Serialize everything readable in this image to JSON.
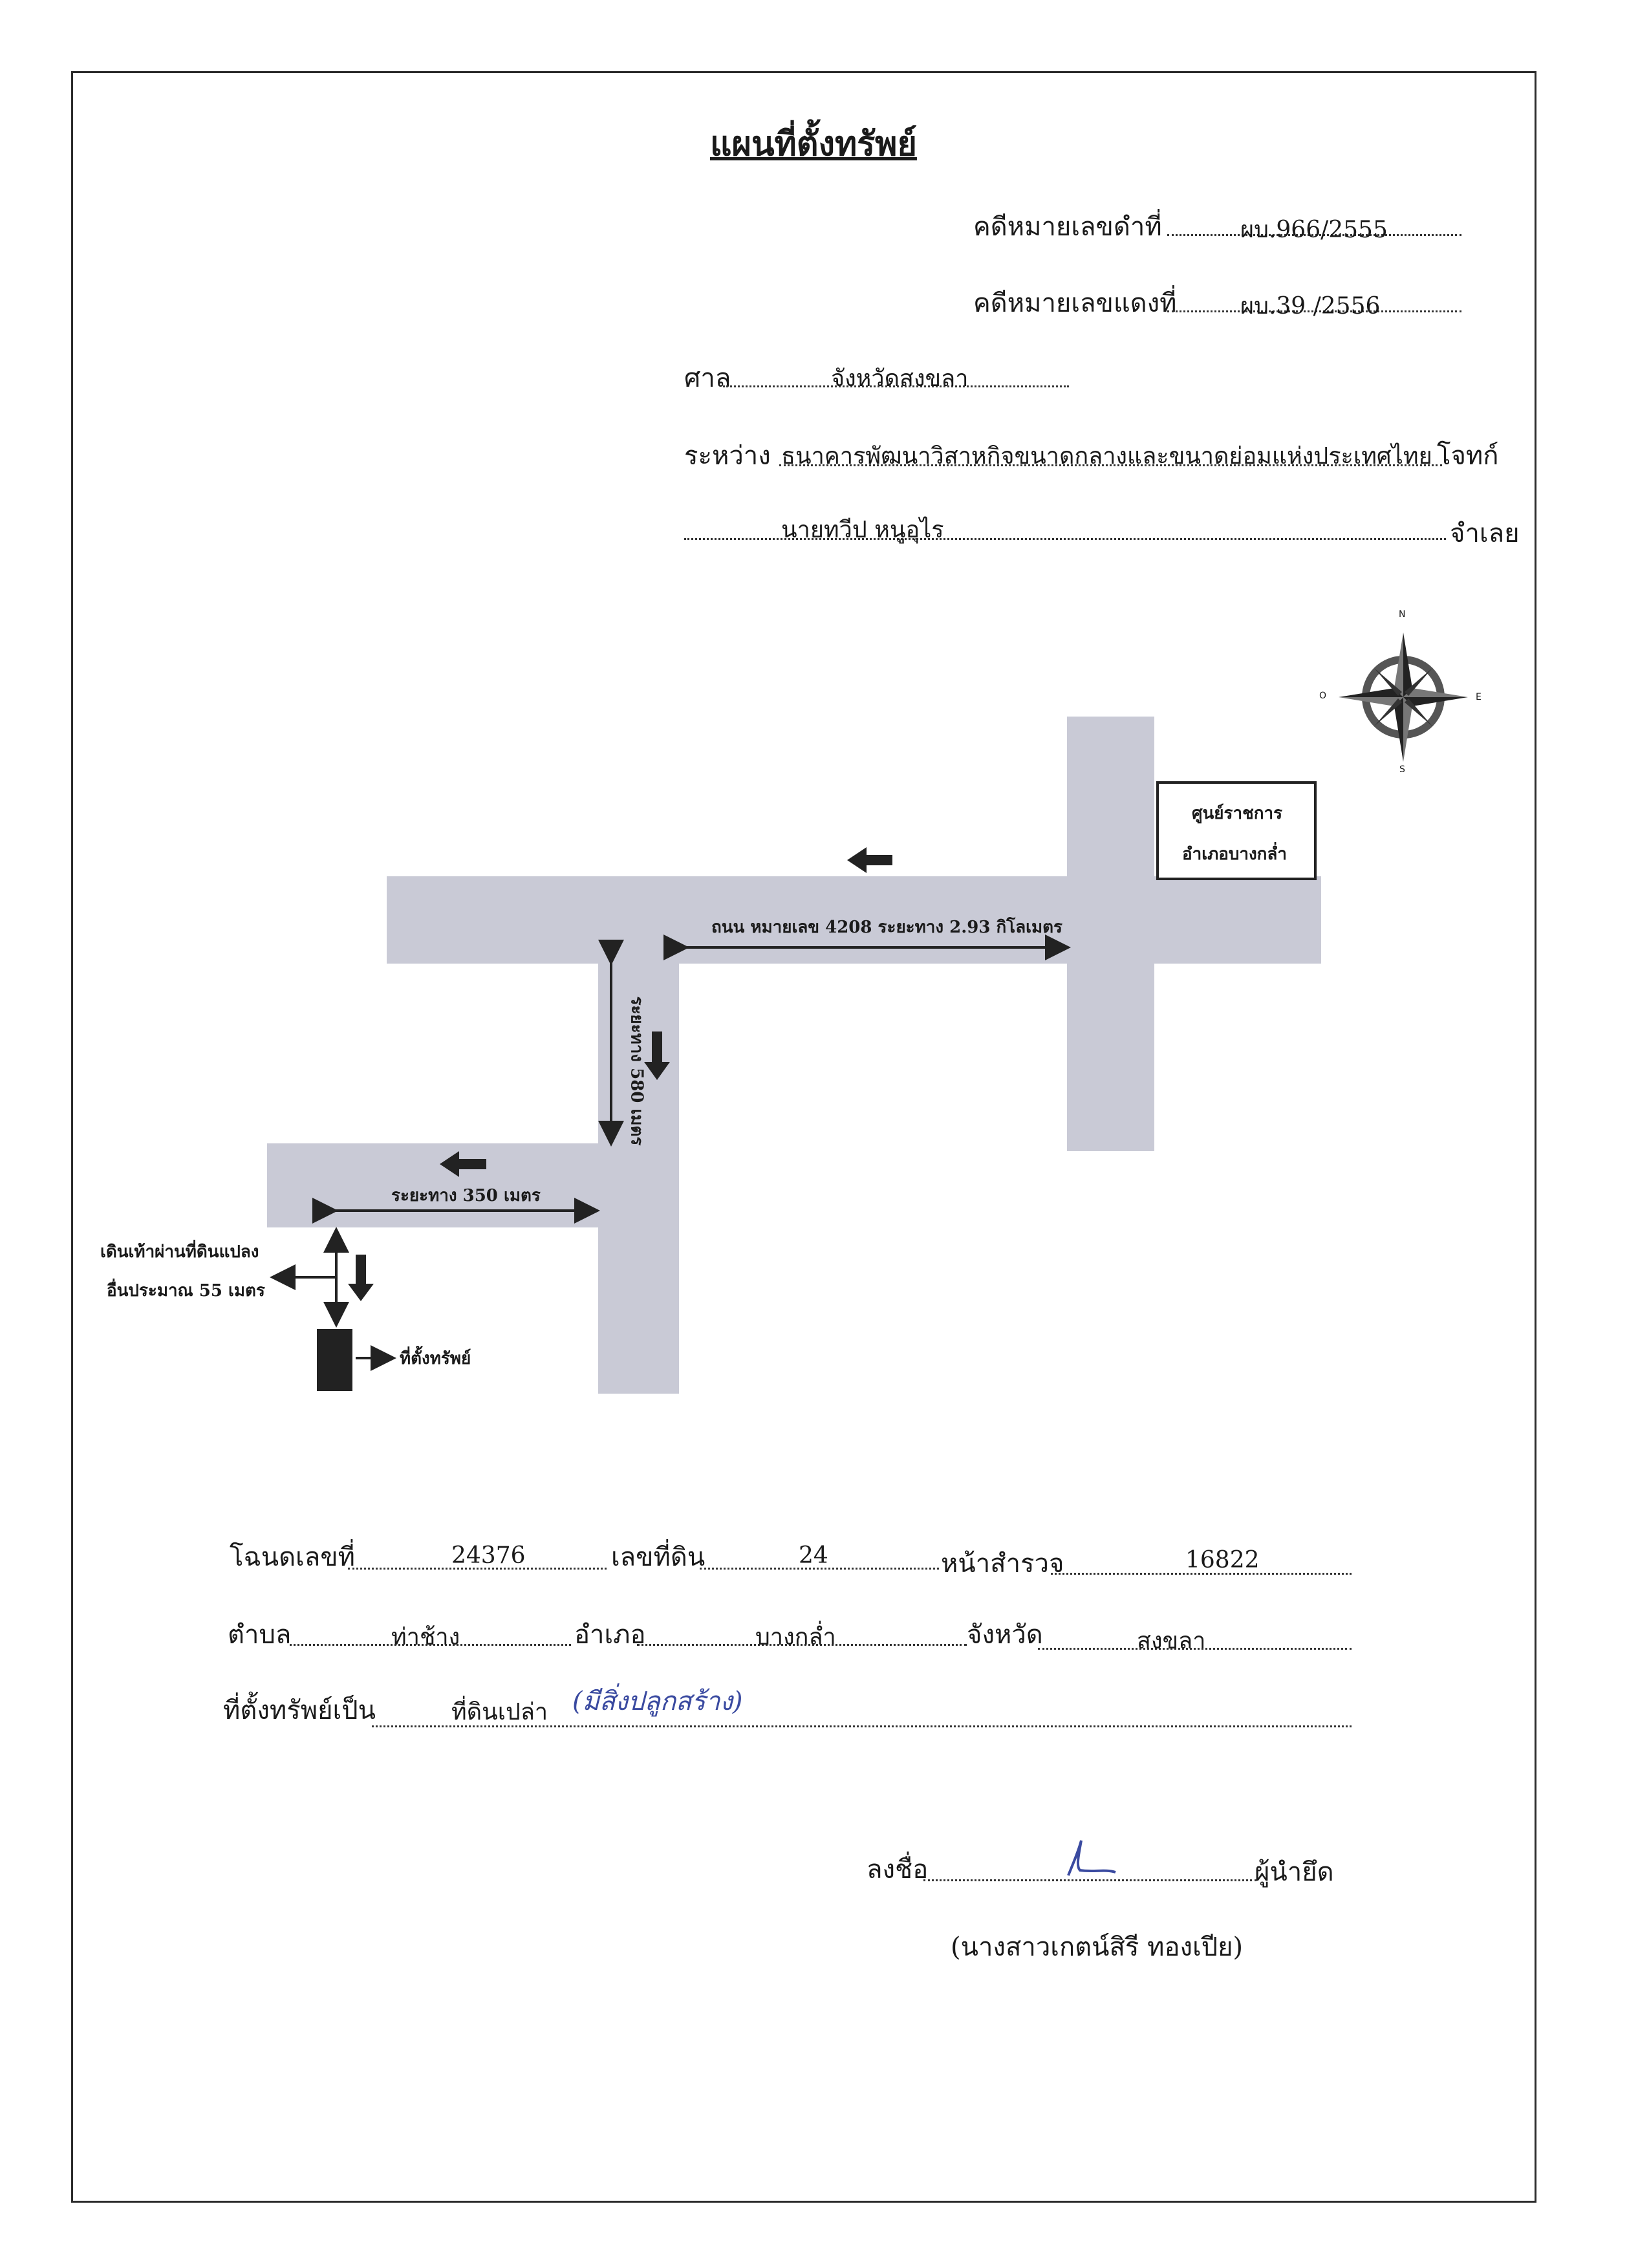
{
  "document": {
    "title": "แผนที่ตั้งทรัพย์",
    "case_black": {
      "label": "คดีหมายเลขดำที่",
      "value": "ผบ.966/2555"
    },
    "case_red": {
      "label": "คดีหมายเลขแดงที่",
      "value": "ผบ.39 /2556"
    },
    "court": {
      "label": "ศาล",
      "value": "จังหวัดสงขลา"
    },
    "between": {
      "label": "ระหว่าง",
      "plaintiff": "ธนาคารพัฒนาวิสาหกิจขนาดกลางและขนาดย่อมแห่งประเทศไทย",
      "plaintiff_role": "โจทก์",
      "defendant": "นายทวีป หนูอุไร",
      "defendant_role": "จำเลย"
    }
  },
  "map": {
    "compass": {
      "n": "N",
      "s": "S",
      "e": "E",
      "w": "O"
    },
    "landmark": {
      "line1": "ศูนย์ราชการ",
      "line2": "อำเภอบางกล่ำ"
    },
    "road_main_label": "ถนน หมายเลข 4208 ระยะทาง 2.93 กิโลเมตร",
    "road_vertical_label": "ระยะทาง 580 เมตร",
    "road_lower_label": "ระยะทาง 350 เมตร",
    "walk_line1": "เดินเท้าผ่านที่ดินแปลง",
    "walk_line2": "อื่นประมาณ 55 เมตร",
    "property_label": "ที่ตั้งทรัพย์"
  },
  "details": {
    "deed_label": "โฉนดเลขที่",
    "deed_value": "24376",
    "land_no_label": "เลขที่ดิน",
    "land_no_value": "24",
    "survey_label": "หน้าสำรวจ",
    "survey_value": "16822",
    "subdistrict_label": "ตำบล",
    "subdistrict_value": "ท่าช้าง",
    "district_label": "อำเภอ",
    "district_value": "บางกล่ำ",
    "province_label": "จังหวัด",
    "province_value": "สงขลา",
    "property_type_label": "ที่ตั้งทรัพย์เป็น",
    "property_type_value": "ที่ดินเปล่า",
    "handwritten_note": "(มีสิ่งปลูกสร้าง)"
  },
  "signature": {
    "sign_label": "ลงชื่อ",
    "role": "ผู้นำยึด",
    "name": "(นางสาวเกตน์สิรี ทองเปีย)"
  },
  "colors": {
    "road": "#c9cad6",
    "ink": "#1a1a1a",
    "pen": "#3a4aa0"
  }
}
